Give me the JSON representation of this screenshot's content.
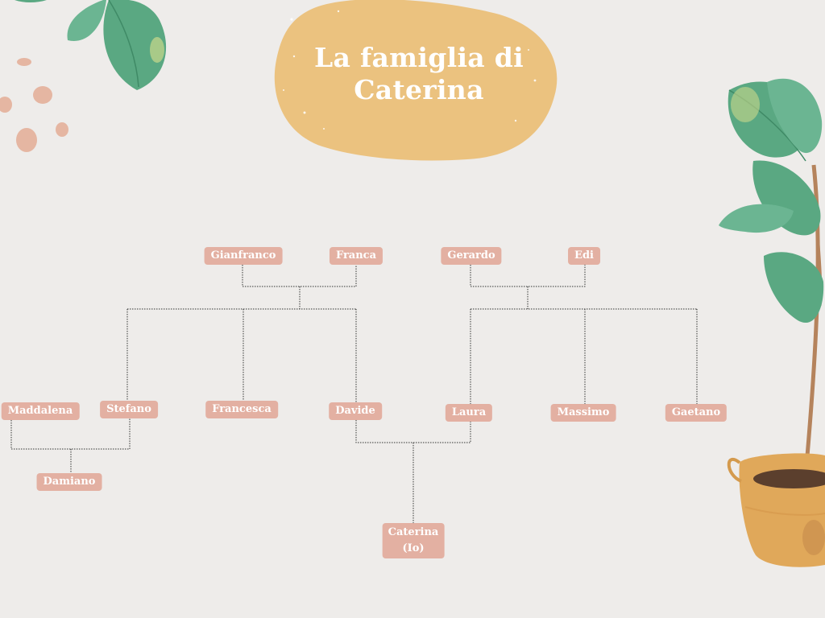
{
  "title": {
    "line1": "La famiglia di",
    "line2": "Caterina"
  },
  "colors": {
    "background": "#eeecea",
    "title_blob": "#ebc27f",
    "node_fill": "#e3b0a2",
    "node_text": "#ffffff",
    "connector": "#333333",
    "leaf_green": "#5aa882",
    "dot_pink": "#e5b6a2",
    "pot": "#e0a85a"
  },
  "decorations": [
    "leaf-top-left",
    "dots-left",
    "potted-plant-right",
    "title-blob"
  ],
  "family": {
    "gianfranco": "Gianfranco",
    "franca": "Franca",
    "gerardo": "Gerardo",
    "edi": "Edi",
    "maddalena": "Maddalena",
    "stefano": "Stefano",
    "francesca": "Francesca",
    "davide": "Davide",
    "laura": "Laura",
    "massimo": "Massimo",
    "gaetano": "Gaetano",
    "damiano": "Damiano",
    "caterina_name": "Caterina",
    "caterina_note": "(Io)"
  }
}
